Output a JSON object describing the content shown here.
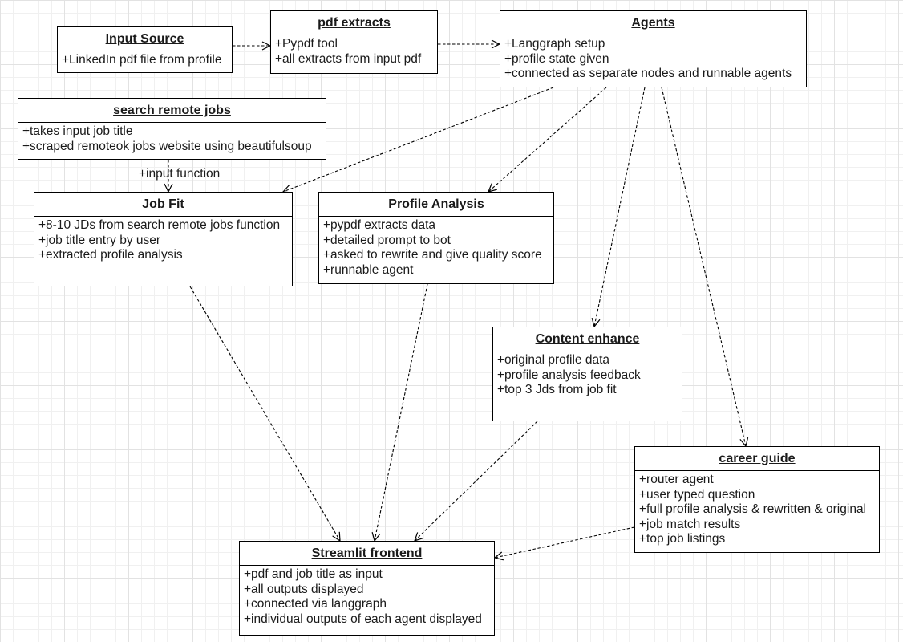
{
  "boxes": [
    {
      "id": "input_source",
      "title": "Input Source",
      "items": [
        "+LinkedIn pdf file from profile"
      ]
    },
    {
      "id": "pdf_extracts",
      "title": "pdf extracts",
      "items": [
        "+Pypdf tool",
        "+all extracts from input pdf"
      ]
    },
    {
      "id": "agents",
      "title": "Agents",
      "items": [
        "+Langgraph setup",
        "+profile state given",
        "+connected as separate nodes and runnable agents"
      ]
    },
    {
      "id": "search_remote_jobs",
      "title": "search remote jobs",
      "items": [
        "+takes input job title",
        "+scraped remoteok jobs website using beautifulsoup"
      ]
    },
    {
      "id": "job_fit",
      "title": "Job Fit",
      "items": [
        "+8-10 JDs from search remote jobs function",
        "+job title entry by user",
        "+extracted profile analysis"
      ]
    },
    {
      "id": "profile_analysis",
      "title": "Profile Analysis",
      "items": [
        "+pypdf extracts data",
        "+detailed prompt to bot",
        "+asked to rewrite and give quality score",
        "+runnable agent"
      ]
    },
    {
      "id": "content_enhance",
      "title": "Content enhance",
      "items": [
        "+original profile data",
        "+profile analysis feedback",
        "+top 3 Jds from job fit"
      ]
    },
    {
      "id": "career_guide",
      "title": "career guide",
      "items": [
        "+router agent",
        "+user typed question",
        "+full profile analysis & rewritten & original",
        "+job match results",
        "+top job listings"
      ]
    },
    {
      "id": "streamlit_frontend",
      "title": "Streamlit frontend",
      "items": [
        "+pdf and job title as input",
        "+all outputs displayed",
        "+connected via langgraph",
        "+individual outputs of each agent displayed"
      ]
    }
  ],
  "edges": [
    {
      "from": "input_source",
      "to": "pdf_extracts"
    },
    {
      "from": "pdf_extracts",
      "to": "agents"
    },
    {
      "from": "agents",
      "to": "job_fit"
    },
    {
      "from": "agents",
      "to": "profile_analysis"
    },
    {
      "from": "agents",
      "to": "content_enhance"
    },
    {
      "from": "agents",
      "to": "career_guide"
    },
    {
      "from": "search_remote_jobs",
      "to": "job_fit",
      "label": "+input function"
    },
    {
      "from": "job_fit",
      "to": "streamlit_frontend"
    },
    {
      "from": "profile_analysis",
      "to": "streamlit_frontend"
    },
    {
      "from": "content_enhance",
      "to": "streamlit_frontend"
    },
    {
      "from": "career_guide",
      "to": "streamlit_frontend"
    }
  ]
}
